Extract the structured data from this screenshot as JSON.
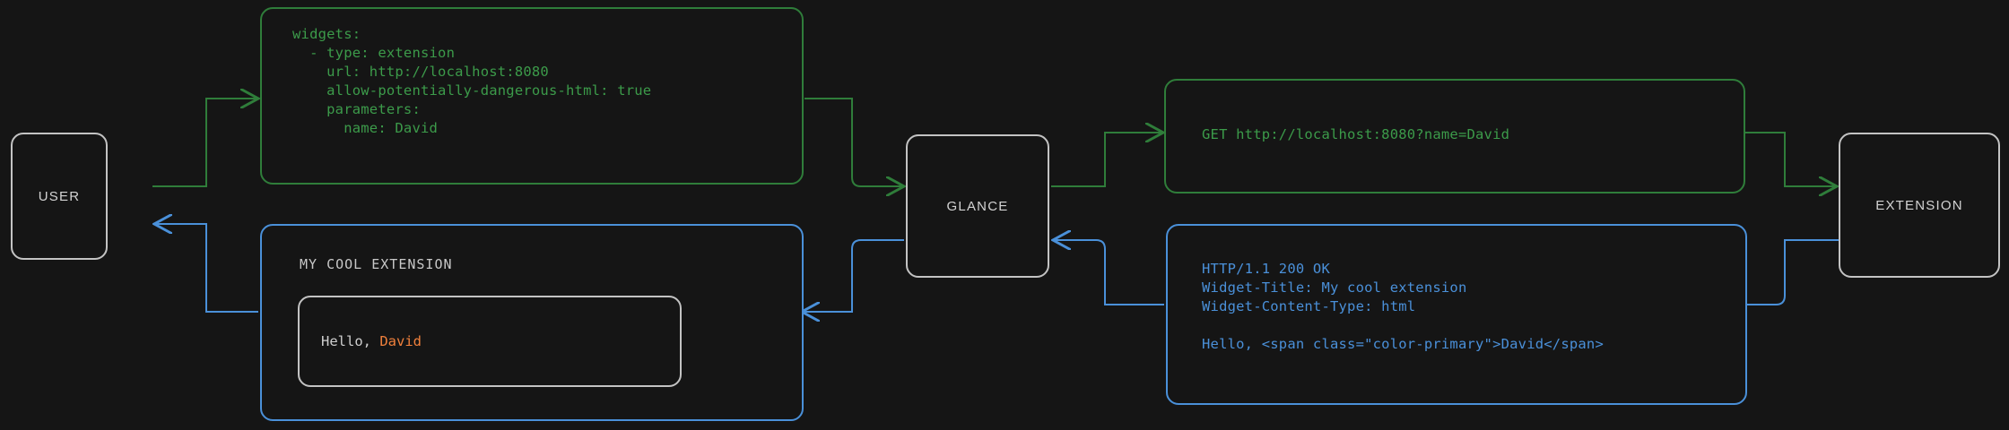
{
  "diagram": {
    "background_color": "#151515",
    "request_color": "#3c9b4a",
    "response_color": "#4a90d9",
    "node_color": "#c3c3c3",
    "accent_color": "#f0803c",
    "nodes": [
      {
        "id": "user",
        "label": "USER"
      },
      {
        "id": "glance",
        "label": "GLANCE"
      },
      {
        "id": "extension",
        "label": "EXTENSION"
      }
    ],
    "config_box": {
      "text": "widgets:\n  - type: extension\n    url: http://localhost:8080\n    allow-potentially-dangerous-html: true\n    parameters:\n      name: David"
    },
    "request_box": {
      "text": "GET http://localhost:8080?name=David"
    },
    "response_box": {
      "text": "HTTP/1.1 200 OK\nWidget-Title: My cool extension\nWidget-Content-Type: html\n\nHello, <span class=\"color-primary\">David</span>"
    },
    "widget_preview": {
      "title": "MY COOL EXTENSION",
      "body_prefix": "Hello, ",
      "body_accent": "David"
    },
    "edges": [
      {
        "name": "user-to-config",
        "kind": "request"
      },
      {
        "name": "config-to-glance",
        "kind": "request"
      },
      {
        "name": "glance-to-request",
        "kind": "request"
      },
      {
        "name": "request-to-extension",
        "kind": "request"
      },
      {
        "name": "extension-to-response",
        "kind": "response"
      },
      {
        "name": "response-to-glance",
        "kind": "response"
      },
      {
        "name": "glance-to-widget",
        "kind": "response"
      },
      {
        "name": "widget-to-user",
        "kind": "response"
      }
    ]
  }
}
